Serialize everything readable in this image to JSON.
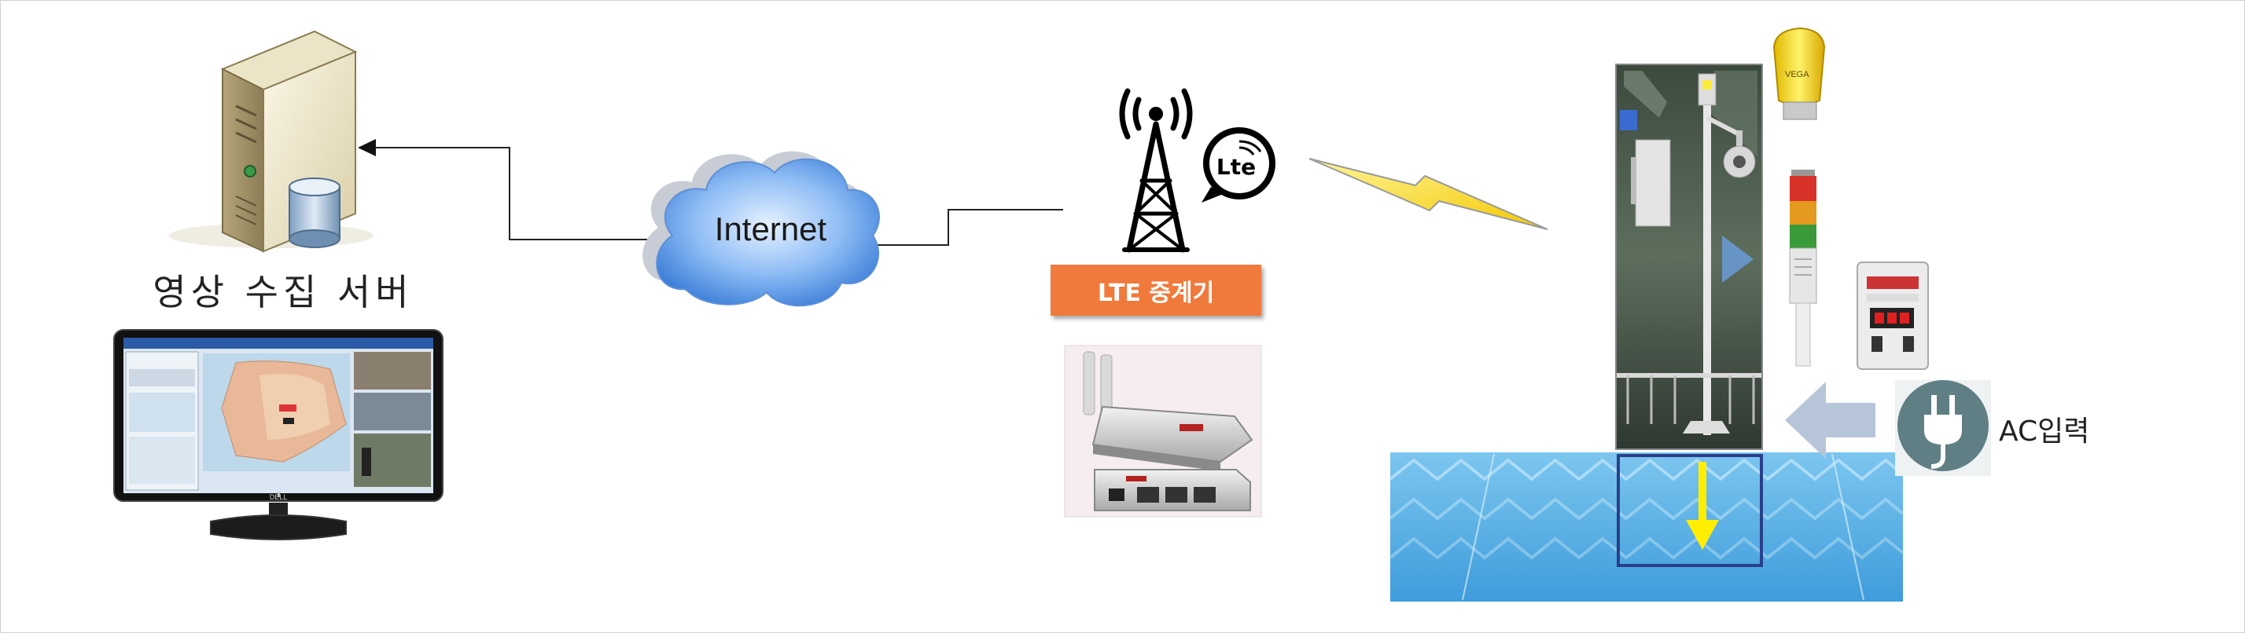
{
  "server": {
    "label": "영상 수집 서버",
    "icon": "server-tower-icon"
  },
  "monitor": {
    "brand": "DELL",
    "icon": "monitor-icon"
  },
  "cloud": {
    "label": "Internet",
    "icon": "cloud-icon"
  },
  "tower": {
    "badge": "Lte",
    "icon": "cell-tower-icon"
  },
  "repeater": {
    "label": "LTE 중계기",
    "icon": "lte-router-icon"
  },
  "wireless": {
    "icon": "lightning-bolt-icon"
  },
  "sensor": {
    "brand": "VEGA",
    "icon": "radar-level-sensor-icon"
  },
  "power": {
    "label": "AC입력",
    "icon": "power-plug-icon"
  },
  "colors": {
    "orange": "#f07a3c",
    "water": "#4aa8e0",
    "arrow": "#ffee00",
    "cloud": "#6aa6f0"
  }
}
